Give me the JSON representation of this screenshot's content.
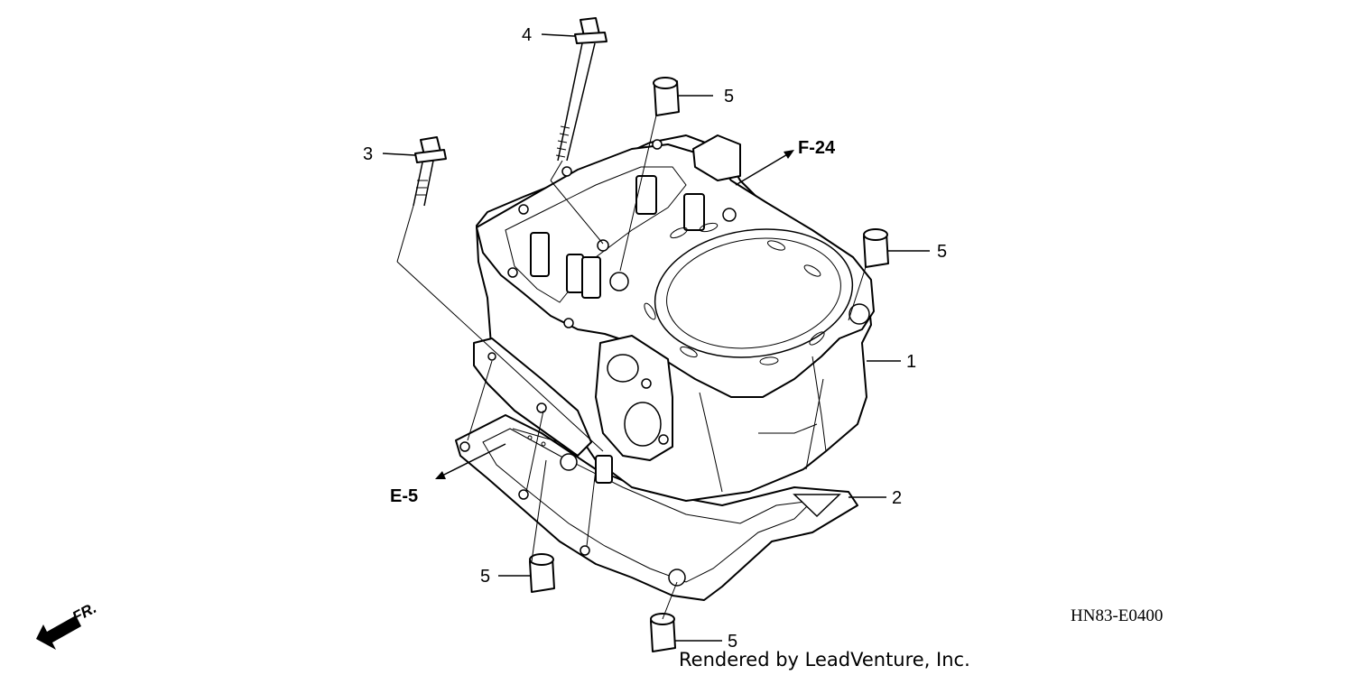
{
  "callouts": [
    {
      "id": "cylinder",
      "label": "1"
    },
    {
      "id": "gasket",
      "label": "2"
    },
    {
      "id": "bolt-short",
      "label": "3"
    },
    {
      "id": "bolt-long",
      "label": "4"
    },
    {
      "id": "dowel-top",
      "label": "5"
    },
    {
      "id": "dowel-right",
      "label": "5"
    },
    {
      "id": "dowel-lower-left",
      "label": "5"
    },
    {
      "id": "dowel-bottom",
      "label": "5"
    }
  ],
  "references": {
    "top": "F-24",
    "left": "E-5"
  },
  "front_indicator": "FR.",
  "diagram_code": "HN83-E0400",
  "credit": "Rendered by LeadVenture, Inc."
}
